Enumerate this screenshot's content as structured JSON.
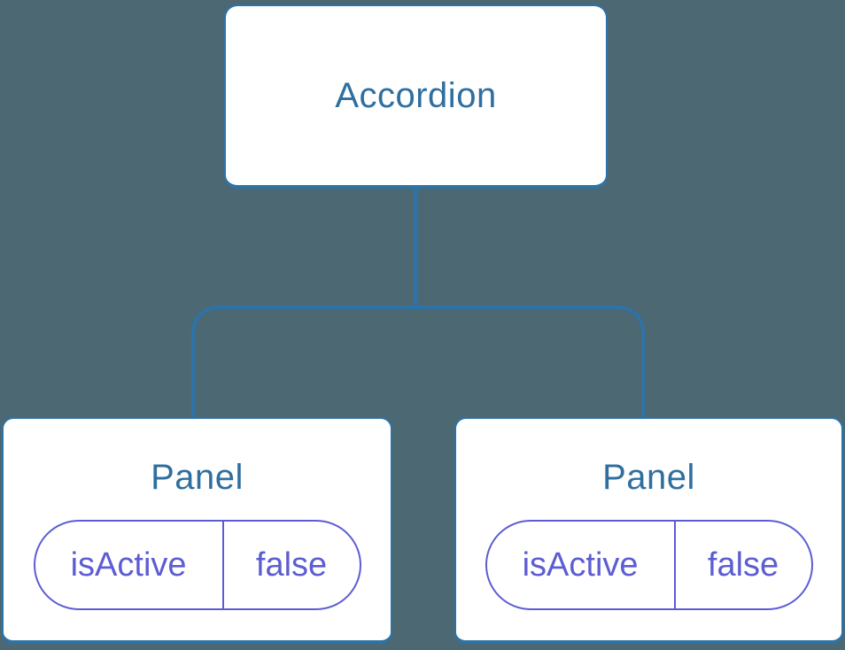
{
  "diagram": {
    "description": "React component tree with state",
    "tree": {
      "root": {
        "label": "Accordion"
      },
      "children": [
        {
          "label": "Panel",
          "state": {
            "key": "isActive",
            "value": "false"
          }
        },
        {
          "label": "Panel",
          "state": {
            "key": "isActive",
            "value": "false"
          }
        }
      ]
    },
    "colors": {
      "background": "#4c6873",
      "node_fill": "#ffffff",
      "node_border": "#2d73a8",
      "node_text": "#2f6f9f",
      "state_accent": "#5d5dd3"
    }
  }
}
